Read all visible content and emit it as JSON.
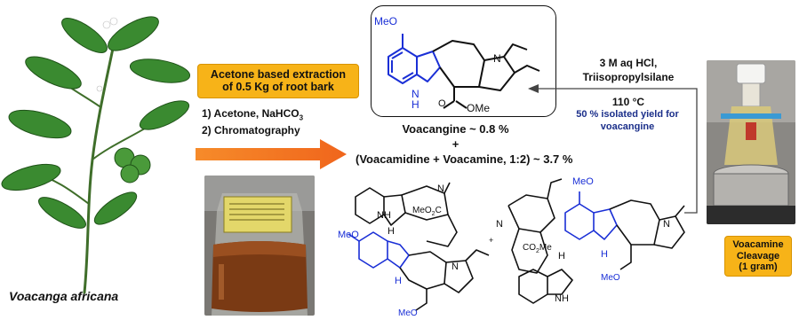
{
  "diagram": {
    "plant_label": "Voacanga africana",
    "extraction_box": {
      "line1": "Acetone based extraction",
      "line2": "of 0.5 Kg of root bark"
    },
    "step1_prefix": "1) Acetone, NaHCO",
    "step1_sub": "3",
    "step2": "2) Chromatography",
    "product_line1": "Voacangine ~ 0.8 %",
    "plus_sign": "+",
    "product_line3": "(Voacamidine + Voacamine, 1:2) ~ 3.7 %",
    "cleavage": {
      "reagent_line1": "3 M aq HCl,",
      "reagent_line2": "Triisopropylsilane",
      "temperature": "110 °C",
      "yield_line1": "50 % isolated yield for",
      "yield_line2": "voacangine"
    },
    "cleavage_box": {
      "line1": "Voacamine",
      "line2": "Cleavage",
      "line3": "(1 gram)"
    },
    "structure_labels": {
      "meo": "MeO",
      "nh_h": "H",
      "nh_n": "N",
      "n": "N",
      "ome": "OMe",
      "meo2c_prefix": "MeO",
      "meo2c_sub": "2",
      "meo2c_suffix": "C",
      "co2me_prefix": "CO",
      "co2me_sub": "2",
      "co2me_suffix": "Me",
      "h": "H",
      "nh": "NH",
      "meo_ester": "MeO",
      "o": "O",
      "plus_small": "+"
    },
    "colors": {
      "accent_blue": "#1a2fd6",
      "callout_orange": "#f7b318",
      "arrow_orange": "#f47c20",
      "leaf_green": "#2f7d2a"
    }
  }
}
